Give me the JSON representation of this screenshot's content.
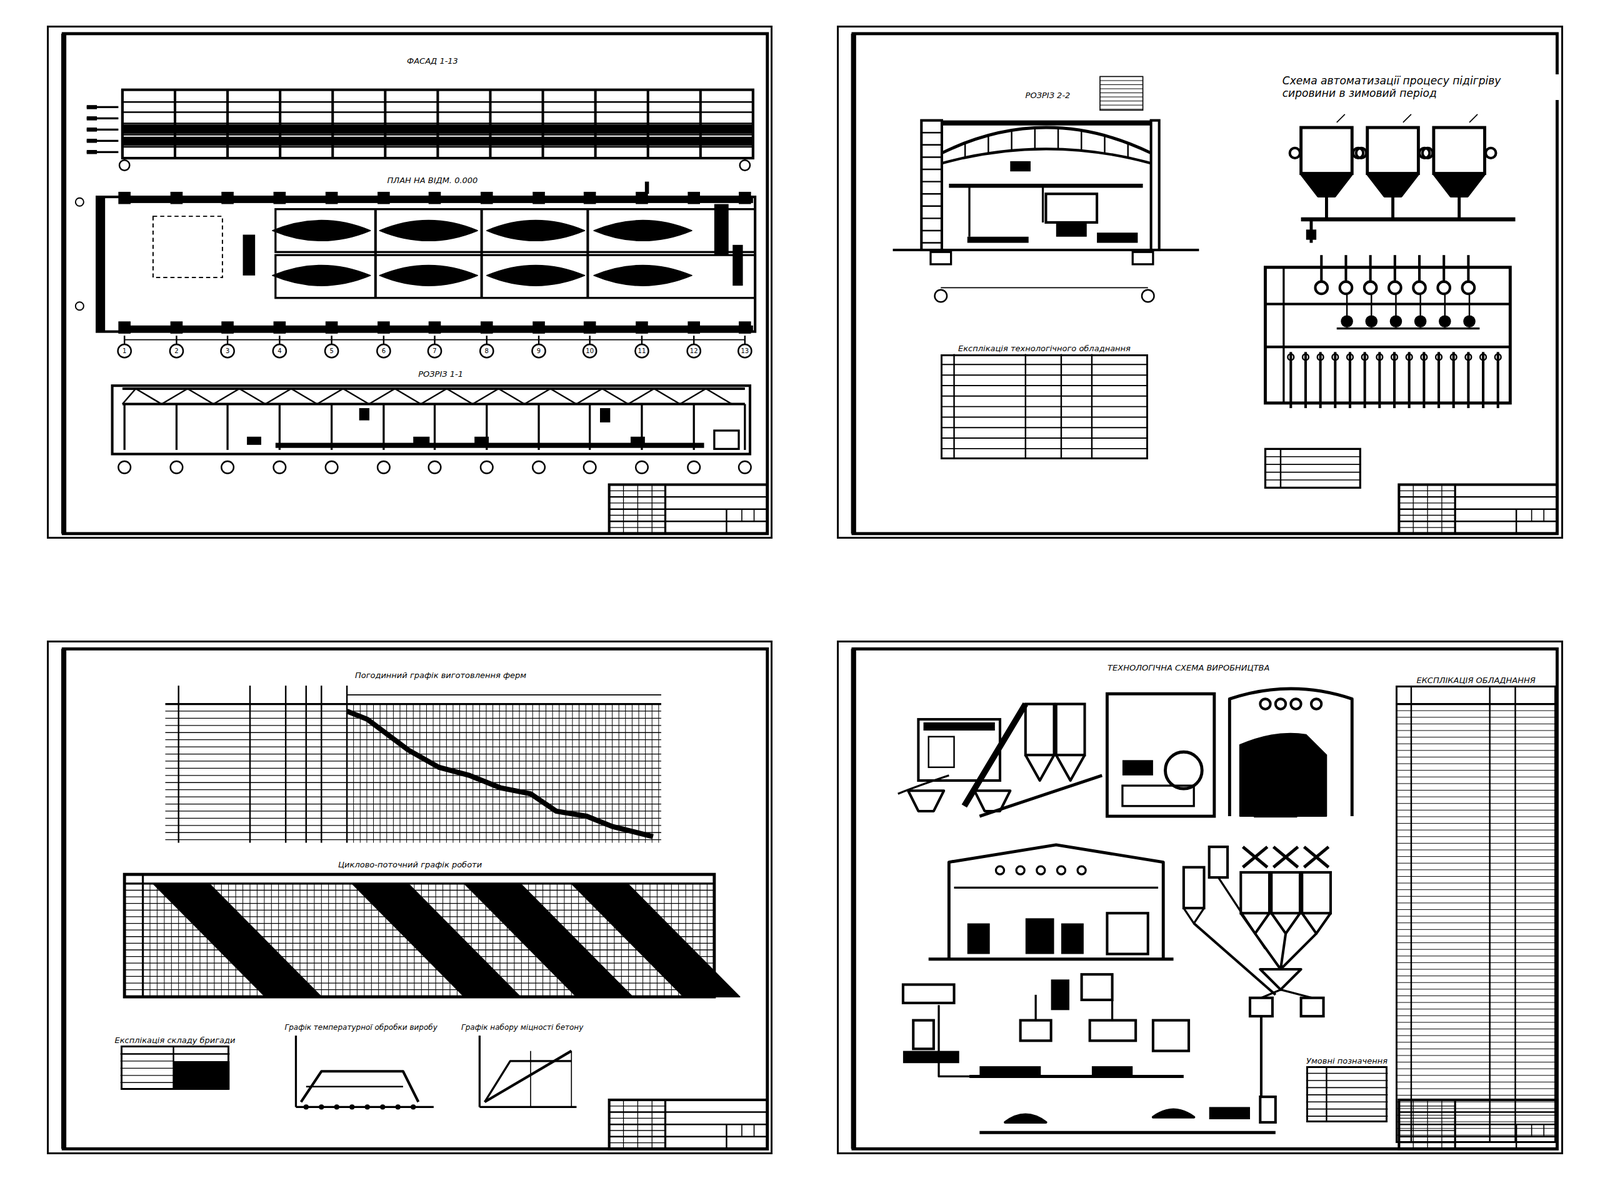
{
  "diagram": {
    "nodes": [
      {
        "text": [
          "ФАСАД 1-13",
          "ПЛАН НА ВІДМ. 0.000",
          "РОЗРІЗ 1-1"
        ]
      },
      {
        "text": [
          "РОЗРІЗ 2-2",
          "Схема автоматизації процесу підігріву сировини в зимовий період"
        ]
      },
      {
        "text": [
          "Експлікація технологічного обладнання"
        ],
        "in": 1
      },
      {
        "text": [
          "Погодинний графік виготовлення ферм",
          "Циклово-поточний графік роботи",
          "Графік температурної обробки виробу",
          "Графік набору міцності бетону"
        ]
      },
      {
        "text": [
          "Експлікація складу бригади"
        ],
        "in": 3
      },
      {
        "text": [
          "ТЕХНОЛОГІЧНА СХЕМА ВИРОБНИЦТВА"
        ]
      },
      {
        "text": [
          "ЕКСПЛІКАЦІЯ ОБЛАДНАННЯ"
        ],
        "in": 5
      },
      {
        "text": [
          "Умовні позначення"
        ],
        "in": 5
      }
    ],
    "labels": [
      "1",
      "2",
      "3",
      "4",
      "5",
      "6",
      "7",
      "8",
      "9",
      "10",
      "11",
      "12",
      "13"
    ]
  }
}
